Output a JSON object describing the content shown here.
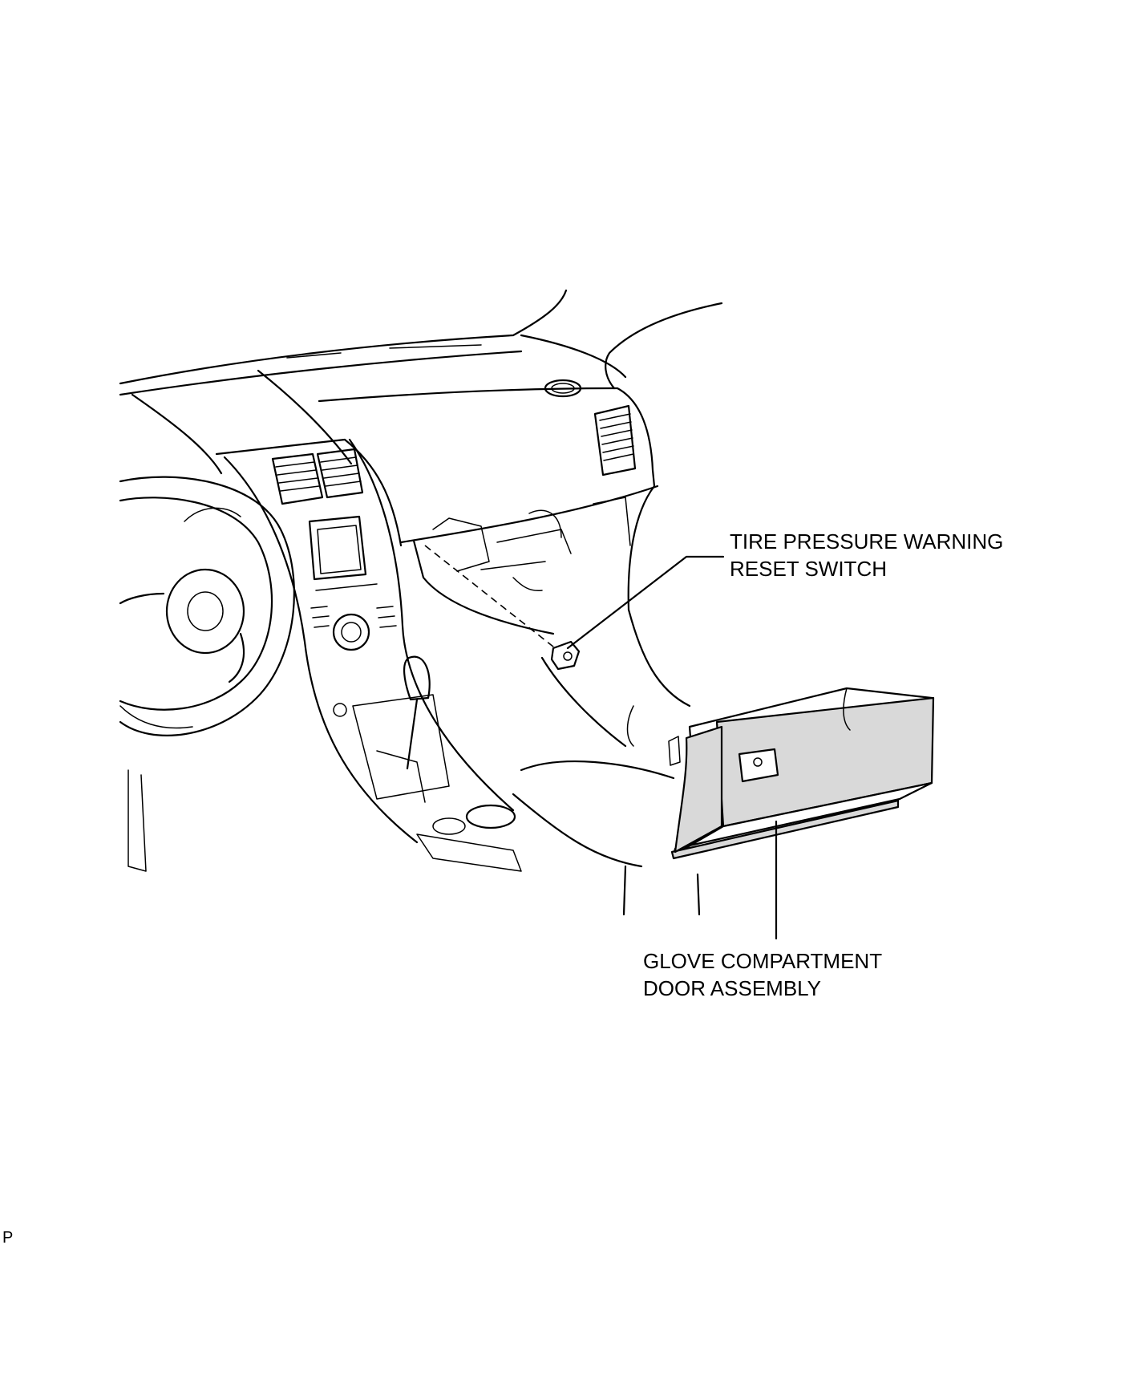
{
  "callouts": {
    "switch_line1": "TIRE PRESSURE WARNING",
    "switch_line2": "RESET SWITCH",
    "glove_line1": "GLOVE COMPARTMENT",
    "glove_line2": "DOOR ASSEMBLY"
  },
  "corner_code": "P"
}
